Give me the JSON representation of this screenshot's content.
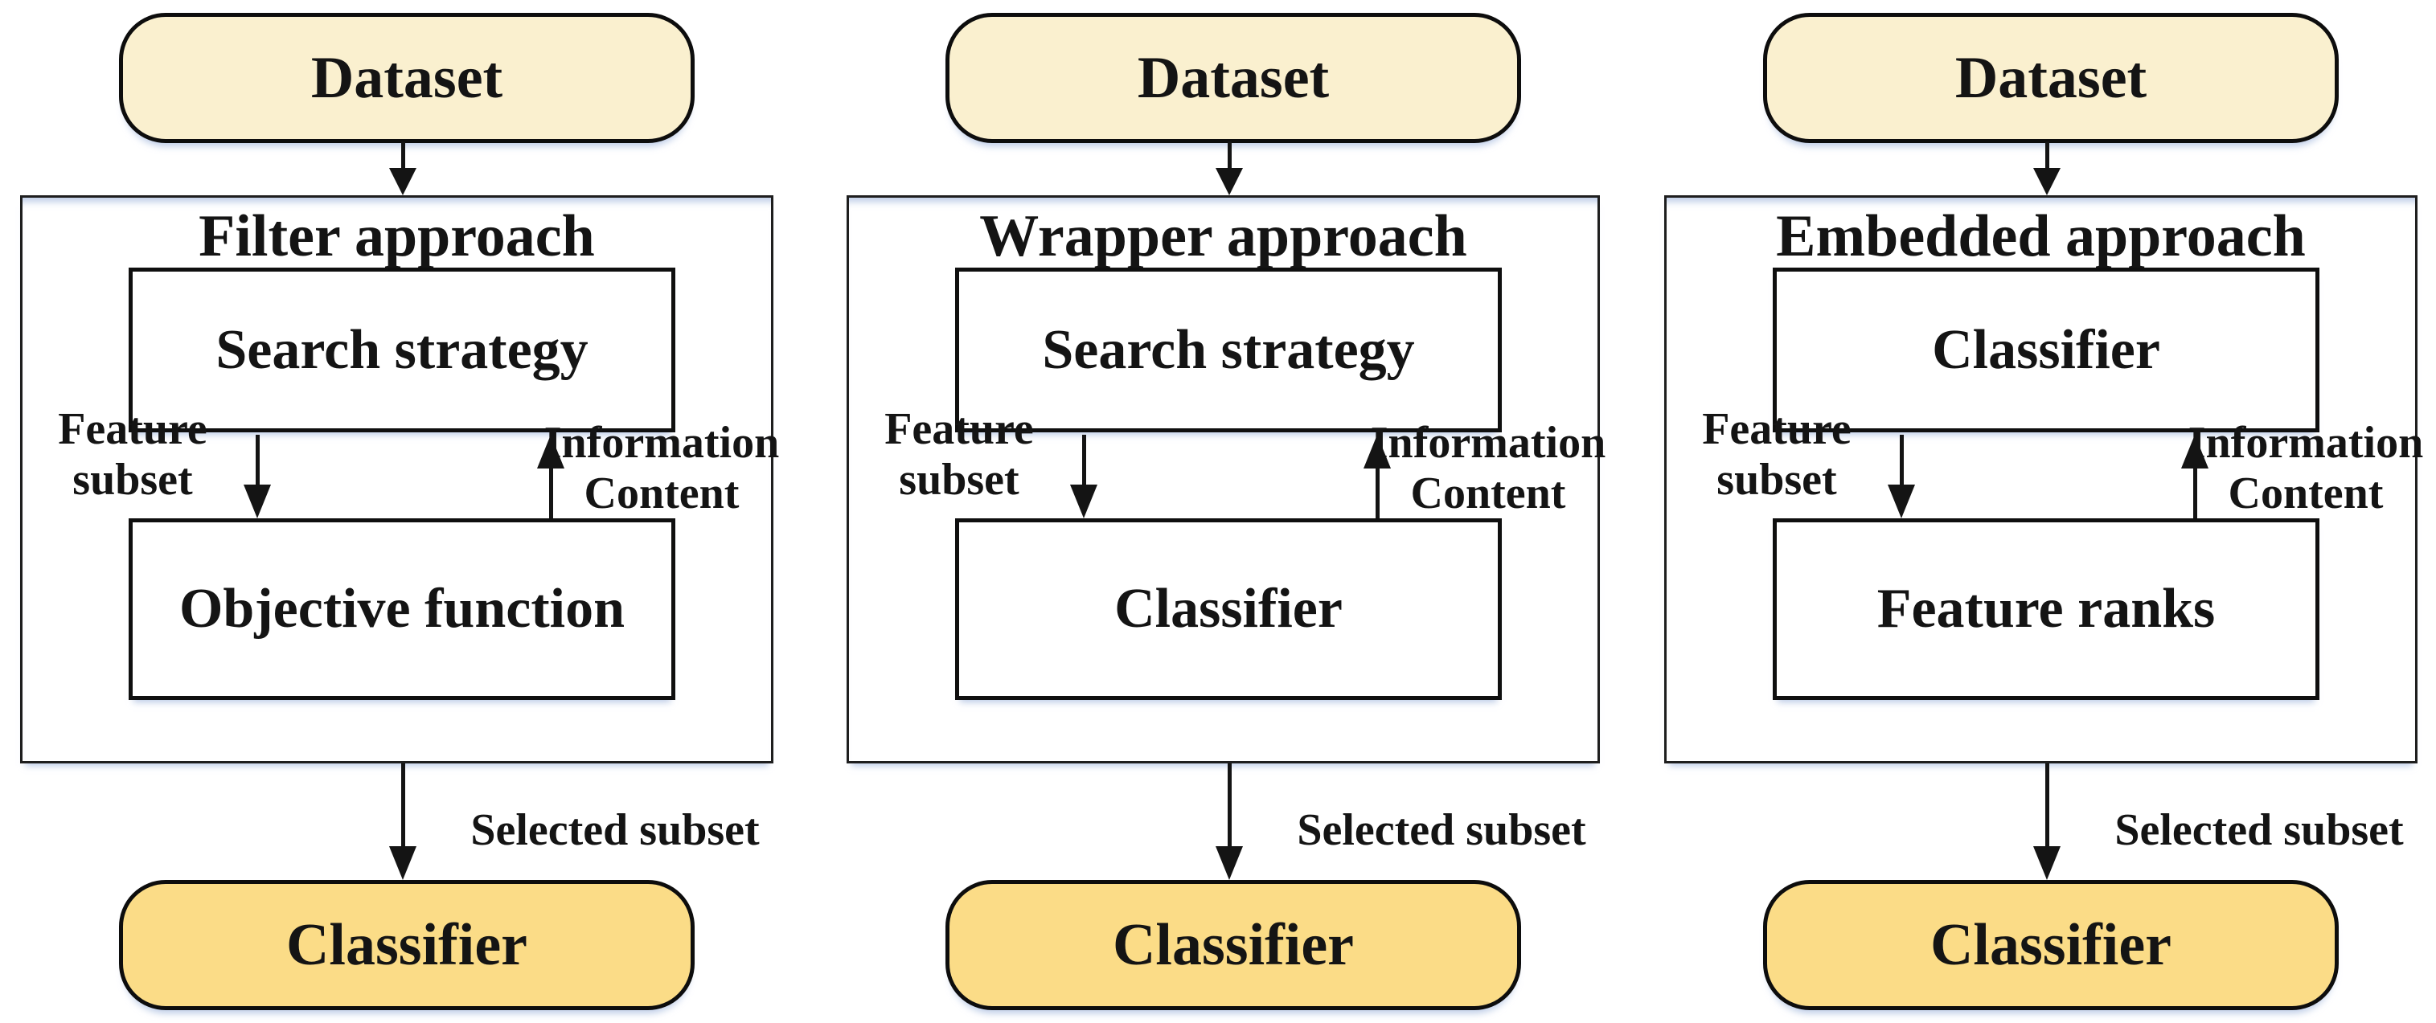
{
  "labels": {
    "dataset": "Dataset",
    "classifier": "Classifier",
    "feature_subset": [
      "Feature",
      "subset"
    ],
    "information_content": [
      "Information",
      "Content"
    ],
    "selected_subset": "Selected subset"
  },
  "panels": [
    {
      "title": "Filter approach",
      "box1": "Search strategy",
      "box2": "Objective function"
    },
    {
      "title": "Wrapper approach",
      "box1": "Search strategy",
      "box2": "Classifier"
    },
    {
      "title": "Embedded approach",
      "box1": "Classifier",
      "box2": "Feature ranks"
    }
  ],
  "colors": {
    "dataset_fill": "#FAF0CF",
    "classifier_fill": "#FBDC87",
    "ink": "#141414"
  }
}
